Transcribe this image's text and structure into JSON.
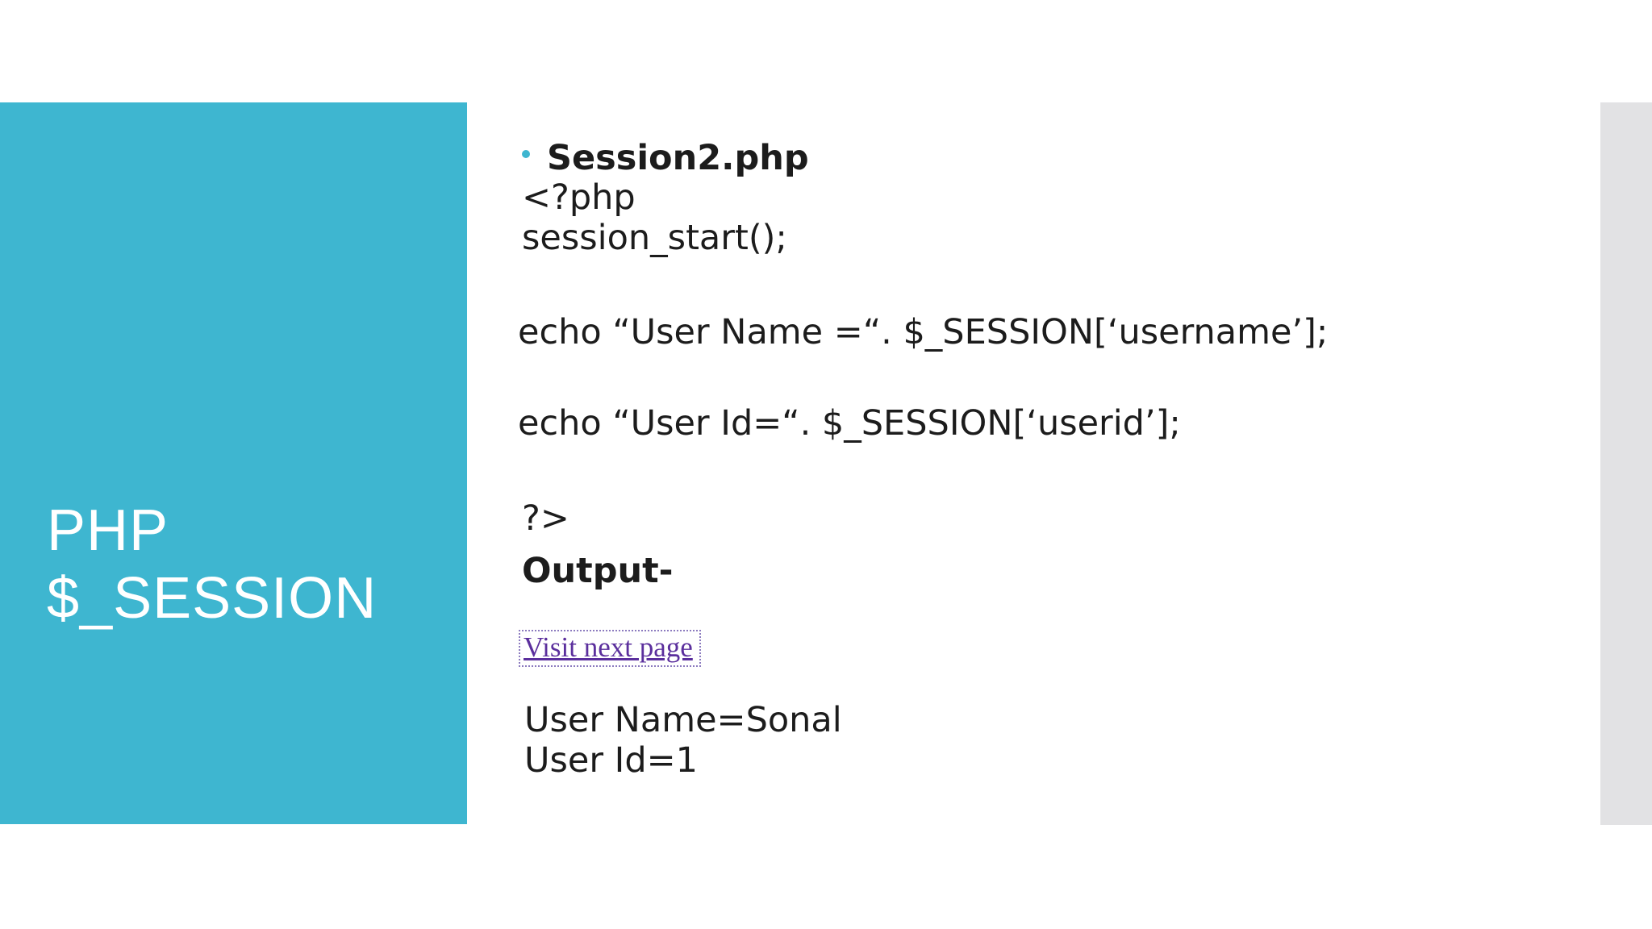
{
  "slide": {
    "title": {
      "line1": "PHP",
      "line2": "$_SESSION"
    },
    "bullet_item": {
      "label": "Session2.php"
    },
    "code": {
      "line1": "<?php",
      "line2": "session_start();",
      "line3": "echo “User Name =“. $_SESSION[‘username’];",
      "line4": "echo “User Id=“. $_SESSION[‘userid’];",
      "line5": "?>"
    },
    "output": {
      "heading": "Output-",
      "link_label": "Visit next page",
      "result_line1": "User Name=Sonal",
      "result_line2": "User Id=1"
    },
    "colors": {
      "sidebar_teal": "#3EB6D0",
      "right_strip_gray": "#E2E2E4",
      "link_purple": "#5B2F9D",
      "text_black": "#1C1C1C"
    }
  }
}
